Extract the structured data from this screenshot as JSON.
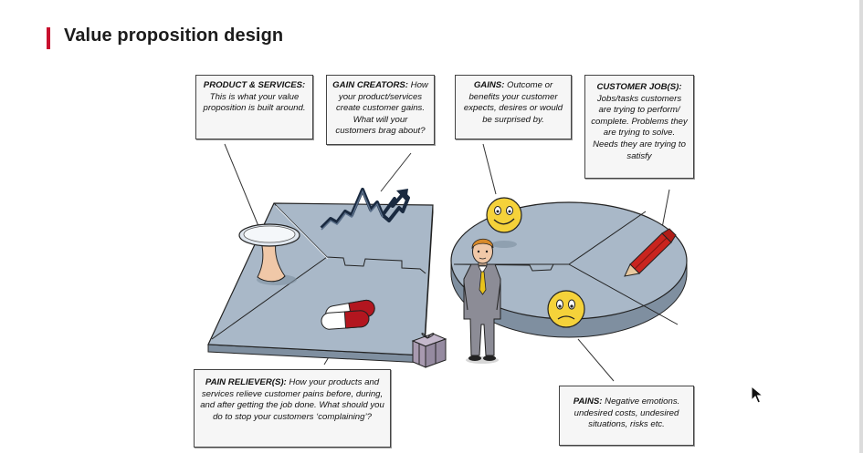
{
  "page": {
    "title": "Value proposition design"
  },
  "callouts": {
    "products": {
      "heading": "PRODUCT & SERVICES:",
      "body": " This is what your value proposition is built around."
    },
    "gain_creators": {
      "heading": "GAIN CREATORS:",
      "body": " How your product/services create customer gains. What will your customers brag about?"
    },
    "gains": {
      "heading": "GAINS:",
      "body": " Outcome or benefits your customer expects, desires or would be surprised by."
    },
    "customer_jobs": {
      "heading": "CUSTOMER JOB(S):",
      "body": " Jobs/tasks customers are trying to perform/ complete. Problems they are trying to solve. Needs they are trying to satisfy"
    },
    "pain_relievers": {
      "heading": "PAIN RELIEVER(S):",
      "body": " How your products and services relieve customer pains before, during, and after getting the job done. What should you do to stop your customers ‘complaining’?"
    },
    "pains": {
      "heading": "PAINS:",
      "body": " Negative emotions. undesired costs, undesired situations, risks etc."
    }
  },
  "colors": {
    "accent": "#c8102e",
    "canvas_fill": "#a9b8c8",
    "canvas_edge": "#7f8fa0",
    "outline": "#222222",
    "smiley": "#f5d23a",
    "pill_red": "#b3161f",
    "pencil": "#c9241e",
    "tie": "#e8c21c",
    "suit": "#8c8c96",
    "gift": "#a89ab0"
  },
  "icons": {
    "product_square": "plate-on-stand-icon",
    "gain_creators": "rising-arrow-icon",
    "pain_relievers": "pill-capsules-icon",
    "gift": "gift-box-icon",
    "customer": "person-icon",
    "gains": "smiley-face-icon",
    "pains": "sad-face-icon",
    "jobs": "pencil-icon",
    "cursor": "mouse-cursor-icon"
  }
}
